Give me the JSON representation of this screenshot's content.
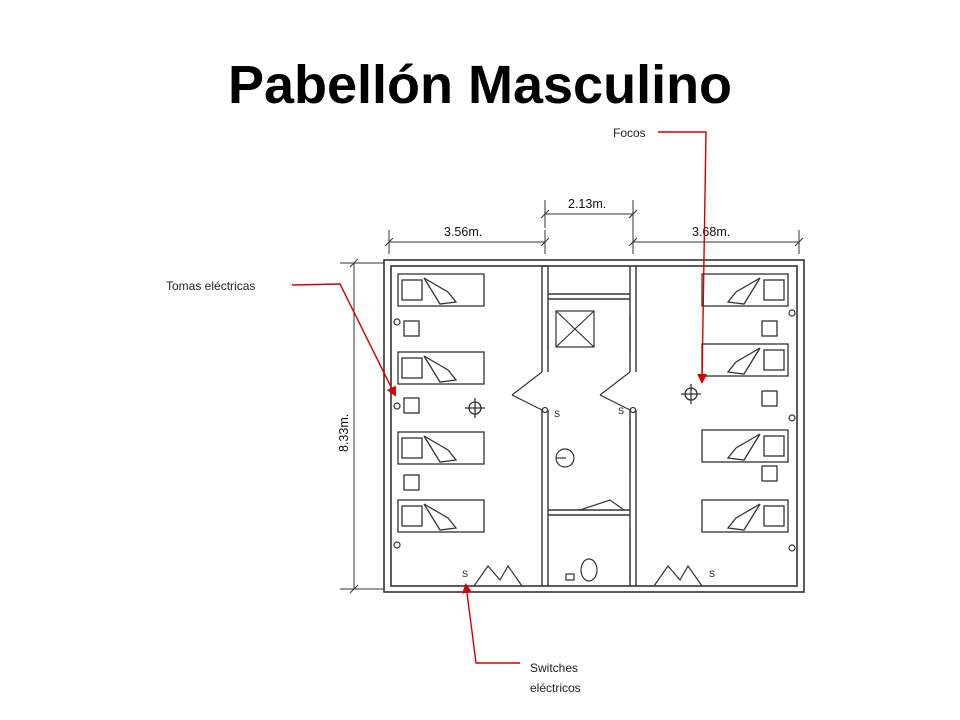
{
  "title": "Pabellón Masculino",
  "dimensions": {
    "left_room_width": "3.56m.",
    "center_width": "2.13m.",
    "right_room_width": "3.68m.",
    "total_height": "8.33m."
  },
  "annotations": {
    "outlets": "Tomas eléctricas",
    "lights": "Focos",
    "switches_line1": "Switches",
    "switches_line2": "eléctricos"
  },
  "switch_symbol": "S",
  "colors": {
    "annotation_arrow": "#d40000",
    "wall_line": "#333333",
    "title": "#000000"
  }
}
